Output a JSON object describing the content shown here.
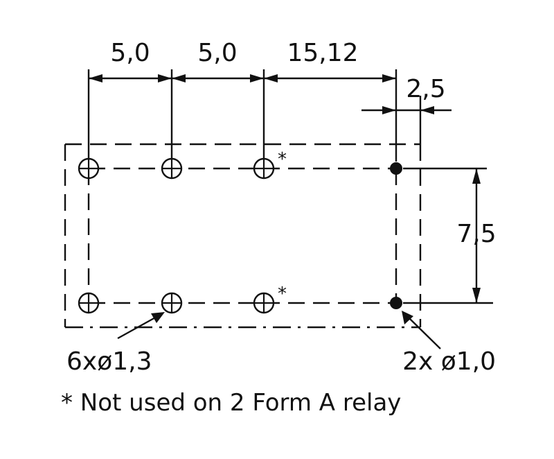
{
  "dimensions": {
    "pitch_1": "5,0",
    "pitch_2": "5,0",
    "span_to_pin": "15,12",
    "pin_offset": "2,5",
    "row_spacing": "7,5"
  },
  "callouts": {
    "large_holes": "6xø1,3",
    "small_holes": "2x ø1,0",
    "asterisk": "*"
  },
  "footnote": "* Not used on 2 Form A relay",
  "colors": {
    "ink": "#111111",
    "background": "#ffffff"
  }
}
